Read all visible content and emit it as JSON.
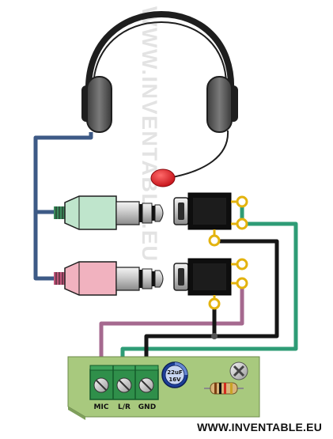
{
  "watermark": "WWW.INVENTABLE.EU",
  "footer": "WWW.INVENTABLE.EU",
  "terminals": [
    "MIC",
    "L/R",
    "GND"
  ],
  "capacitor": {
    "line1": "22uF",
    "line2": "16V"
  },
  "colors": {
    "headset_frame": "#1e1e1e",
    "earcup": "#5a5a5a",
    "mic_capsule": "#e2141b",
    "wire_blue": "#3d5a86",
    "wire_mauve": "#a5698f",
    "wire_green": "#2e9c76",
    "wire_black": "#161616",
    "plug_green": "#bfe5cc",
    "plug_pink": "#f1b2bf",
    "board": "#a8c97e",
    "terminal_block": "#2f8f4a",
    "solder_gold": "#e3b30e"
  },
  "icons": [
    "headset-icon",
    "audio-plug-icon",
    "audio-jack-icon",
    "screw-terminal-icon",
    "capacitor-icon",
    "resistor-icon",
    "mounting-screw-icon"
  ]
}
